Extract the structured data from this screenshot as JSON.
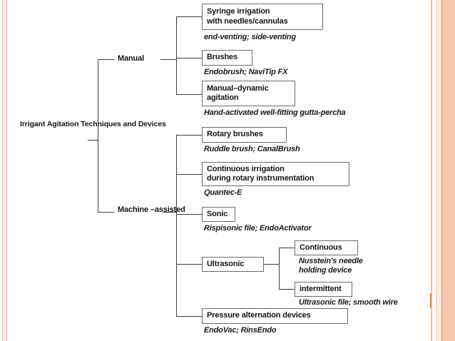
{
  "slide": {
    "title": "Irrigant Agitation Techniques and Devices",
    "background_color": "#ffffff",
    "accent_color": "#f9c7ae",
    "line_color": "#3c3c3c",
    "box_border_color": "#6b6b6b",
    "text_color": "#141414"
  },
  "root": {
    "lines": [
      "Irrigant",
      "Agitation",
      "Techniques",
      "and Devices"
    ]
  },
  "branches": [
    {
      "label_lines": [
        "Manual"
      ],
      "children": [
        {
          "box_lines": [
            "Syringe irrigation",
            "with needles/cannulas"
          ],
          "caption": "end-venting; side-venting"
        },
        {
          "box_lines": [
            "Brushes"
          ],
          "caption": "Endobrush; NaviTip FX"
        },
        {
          "box_lines": [
            "Manual–dynamic",
            "agitation"
          ],
          "caption": "Hand-activated well-fitting gutta-percha"
        }
      ]
    },
    {
      "label_lines": [
        "Machine",
        "–assisted"
      ],
      "children": [
        {
          "box_lines": [
            "Rotary brushes"
          ],
          "caption": "Ruddle brush; CanalBrush"
        },
        {
          "box_lines": [
            "Continuous irrigation",
            "during rotary instrumentation"
          ],
          "caption": "Quantec-E"
        },
        {
          "box_lines": [
            "Sonic"
          ],
          "caption": "Rispisonic file; EndoActivator"
        },
        {
          "box_lines": [
            "Ultrasonic"
          ],
          "caption": "",
          "children": [
            {
              "box_lines": [
                "Continuous"
              ],
              "caption_lines": [
                "Nusstein's needle",
                "holding device"
              ]
            },
            {
              "box_lines": [
                "intermittent"
              ],
              "caption_lines": [
                "Ultrasonic file; smooth wire"
              ]
            }
          ]
        },
        {
          "box_lines": [
            "Pressure alternation devices"
          ],
          "caption": "EndoVac; RinsEndo"
        }
      ]
    }
  ]
}
